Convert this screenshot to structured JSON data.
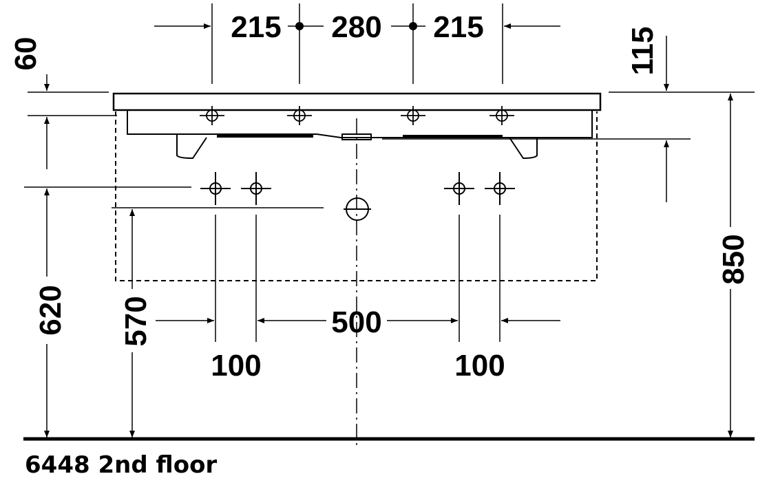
{
  "drawing": {
    "caption": "6448 2nd floor",
    "dimensions": {
      "top_left_spacing": "215",
      "top_center_spacing": "280",
      "top_right_spacing": "215",
      "left_rim_height": "60",
      "right_rim_height": "115",
      "total_height": "850",
      "tap_hole_height": "620",
      "drain_height": "570",
      "bottom_left_spacing": "100",
      "bottom_center_spacing": "500",
      "bottom_right_spacing": "100"
    }
  }
}
